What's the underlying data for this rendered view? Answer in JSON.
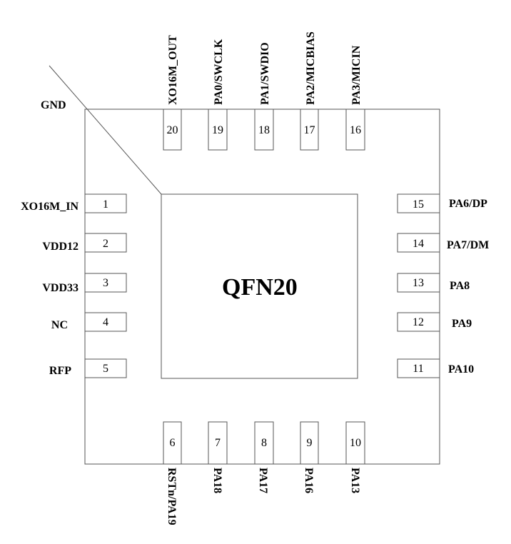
{
  "package": {
    "name": "QFN20"
  },
  "gnd_label": "GND",
  "pins": {
    "left": [
      {
        "num": "1",
        "name": "XO16M_IN"
      },
      {
        "num": "2",
        "name": "VDD12"
      },
      {
        "num": "3",
        "name": "VDD33"
      },
      {
        "num": "4",
        "name": "NC"
      },
      {
        "num": "5",
        "name": "RFP"
      }
    ],
    "bottom": [
      {
        "num": "6",
        "name": "RSTn/PA19"
      },
      {
        "num": "7",
        "name": "PA18"
      },
      {
        "num": "8",
        "name": "PA17"
      },
      {
        "num": "9",
        "name": "PA16"
      },
      {
        "num": "10",
        "name": "PA13"
      }
    ],
    "right": [
      {
        "num": "11",
        "name": "PA10"
      },
      {
        "num": "12",
        "name": "PA9"
      },
      {
        "num": "13",
        "name": "PA8"
      },
      {
        "num": "14",
        "name": "PA7/DM"
      },
      {
        "num": "15",
        "name": "PA6/DP"
      }
    ],
    "top": [
      {
        "num": "16",
        "name": "PA3/MICIN"
      },
      {
        "num": "17",
        "name": "PA2/MICBIAS"
      },
      {
        "num": "18",
        "name": "PA1/SWDIO"
      },
      {
        "num": "19",
        "name": "PA0/SWCLK"
      },
      {
        "num": "20",
        "name": "XO16M_OUT"
      }
    ]
  }
}
